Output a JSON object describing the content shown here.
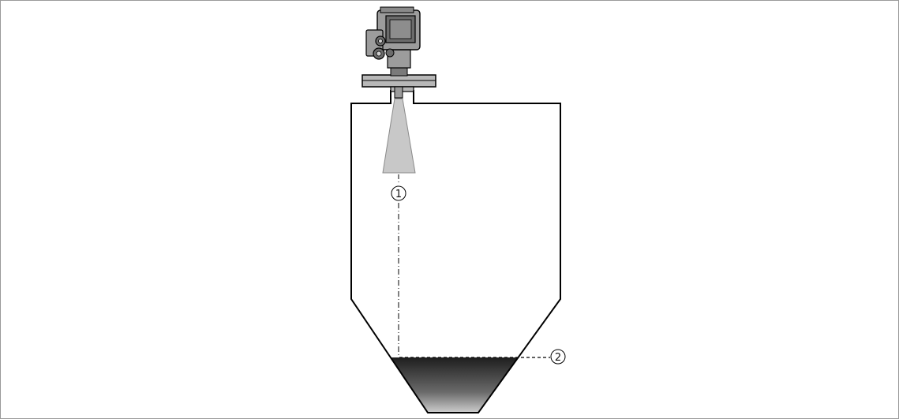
{
  "diagram": {
    "callouts": [
      {
        "id": "1",
        "label": "1"
      },
      {
        "id": "2",
        "label": "2"
      }
    ]
  },
  "colors": {
    "outline": "#000000",
    "device_body": "#9c9c9c",
    "device_dark": "#6b6b6b",
    "beam": "#c8c8c8",
    "product_top": "#1e1e1e",
    "product_bottom": "#f4f4f4",
    "frame": "#9a9a9a"
  },
  "icons": {
    "device": "radar-level-transmitter-icon",
    "vessel": "silo-icon"
  }
}
